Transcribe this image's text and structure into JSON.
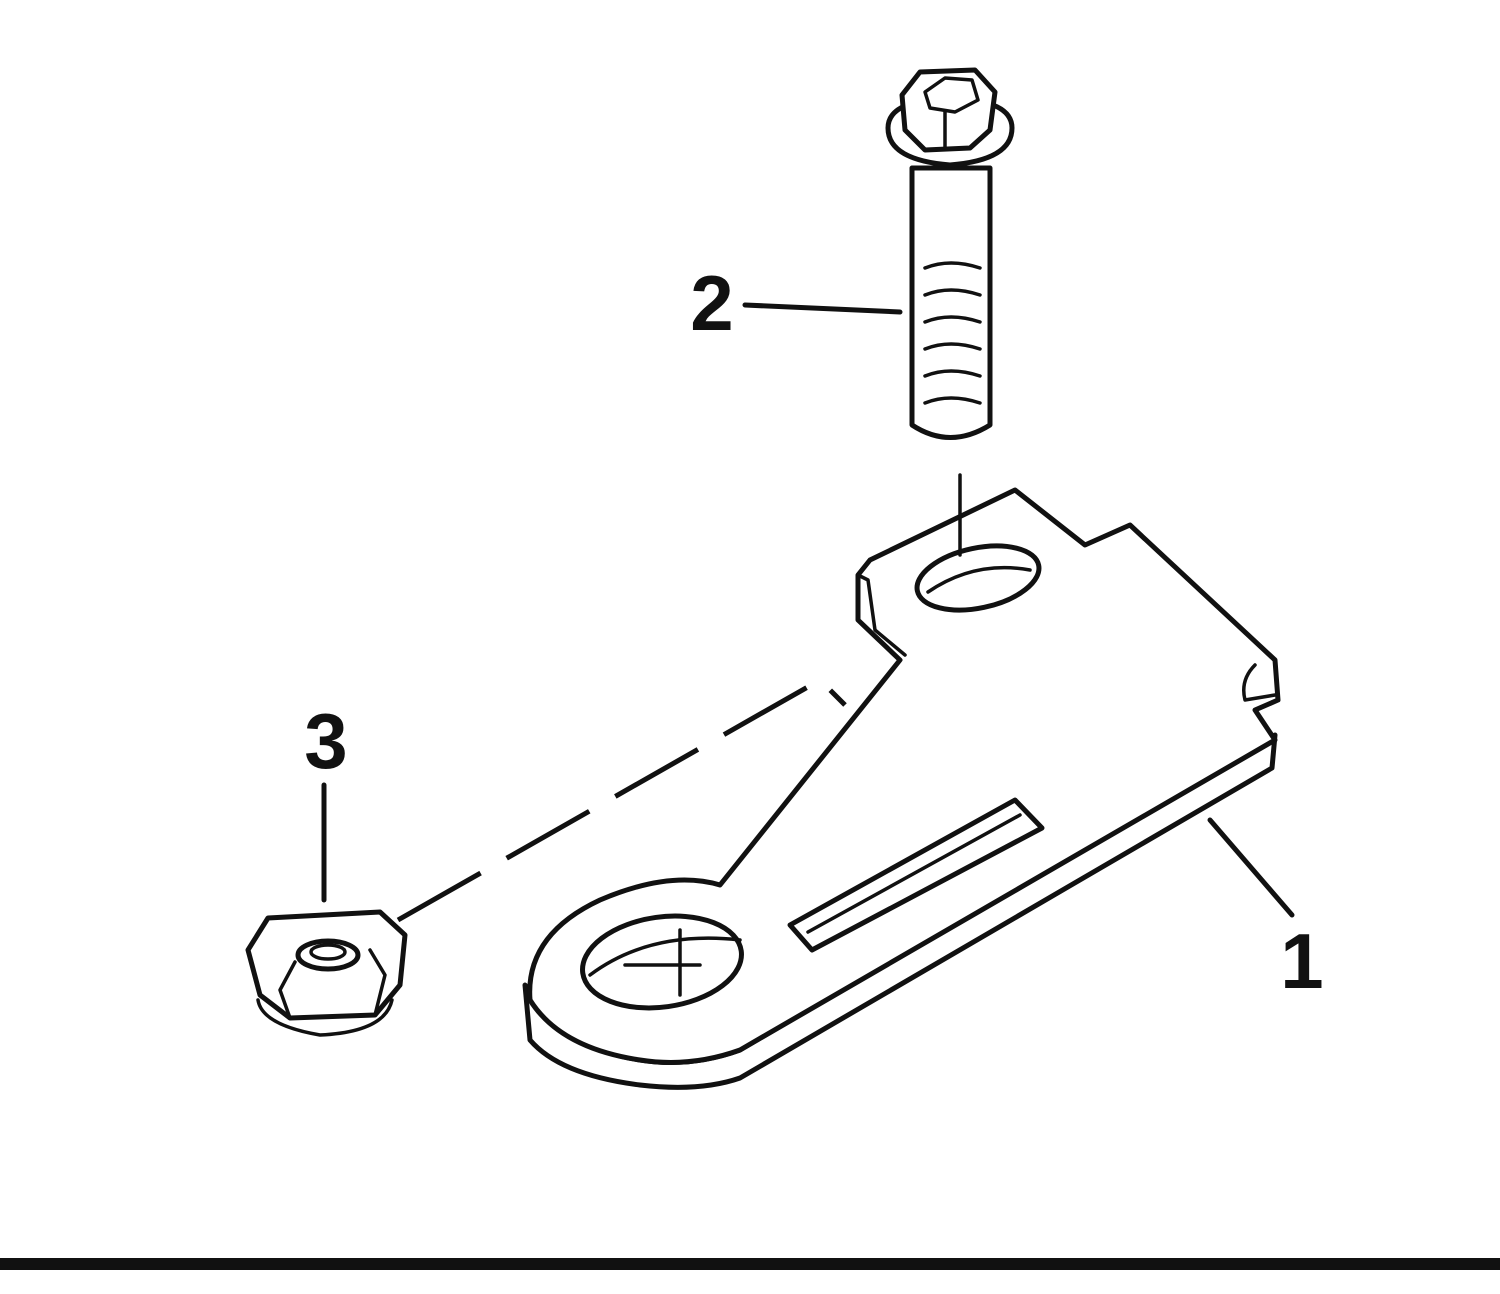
{
  "diagram": {
    "callouts": [
      {
        "id": "1",
        "label": "1",
        "part": "bracket"
      },
      {
        "id": "2",
        "label": "2",
        "part": "bolt"
      },
      {
        "id": "3",
        "label": "3",
        "part": "nut"
      }
    ],
    "line_color": "#111111",
    "background_color": "#ffffff"
  }
}
